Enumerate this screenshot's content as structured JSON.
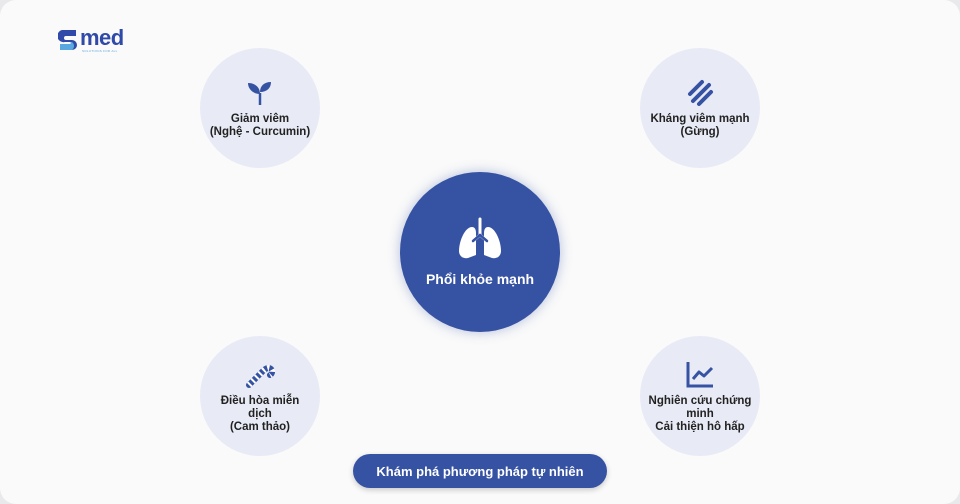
{
  "logo": {
    "text": "med",
    "tagline": "SOLUTIONS FOR ALL"
  },
  "center": {
    "label": "Phổi khỏe mạnh",
    "icon": "lungs-icon"
  },
  "nodes": [
    {
      "line1": "Giảm viêm",
      "line2": "(Nghệ - Curcumin)",
      "line3": "",
      "icon": "sprout-icon"
    },
    {
      "line1": "Kháng viêm mạnh",
      "line2": "(Gừng)",
      "line3": "",
      "icon": "ginger-icon"
    },
    {
      "line1": "Điều hòa miễn",
      "line2": "dịch",
      "line3": "(Cam thảo)",
      "icon": "candy-cane-icon"
    },
    {
      "line1": "Nghiên cứu chứng",
      "line2": "minh",
      "line3": "Cải thiện hô hấp",
      "icon": "chart-line-icon"
    }
  ],
  "cta": {
    "label": "Khám phá phương pháp tự nhiên"
  },
  "colors": {
    "primary": "#3652a3",
    "node_bg": "#e8ebf6"
  }
}
